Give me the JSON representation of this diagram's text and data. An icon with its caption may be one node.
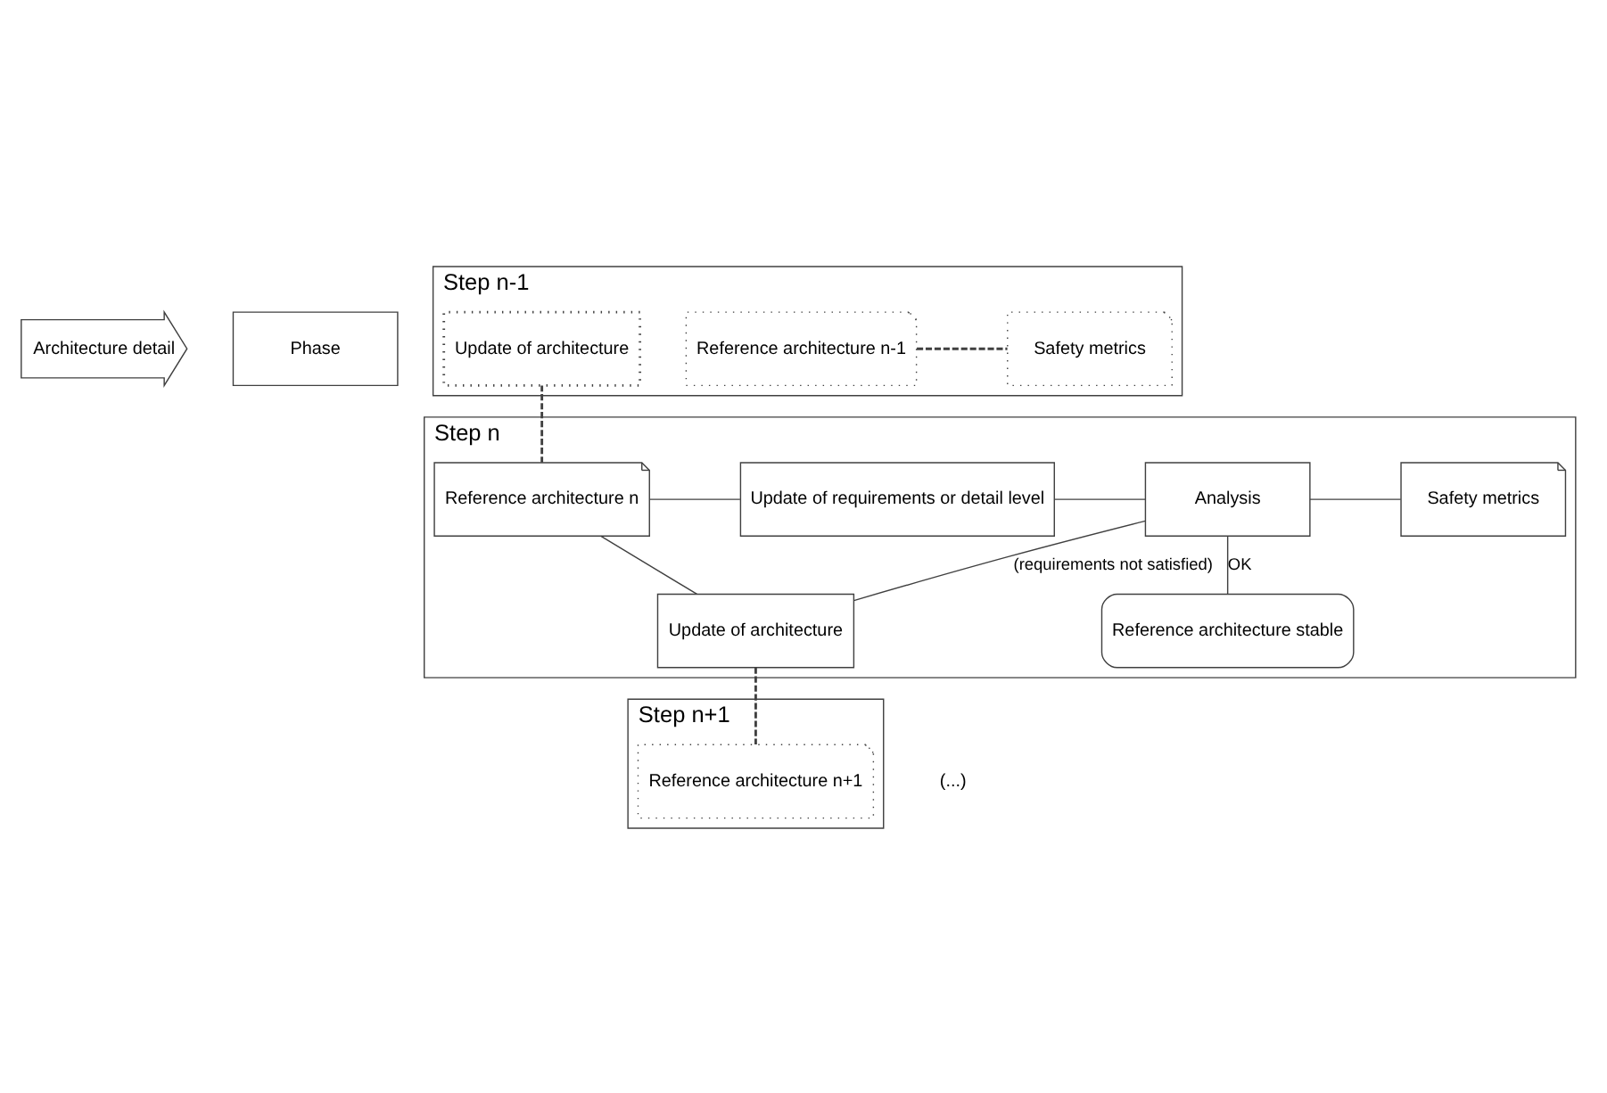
{
  "diagram": {
    "nodes": [
      {
        "text": [
          "Architecture detail"
        ]
      },
      {
        "text": [
          "Phase"
        ]
      },
      {
        "text": [
          "Step n-1"
        ]
      },
      {
        "text": [
          "Reference architecture n-1"
        ],
        "in": 2
      },
      {
        "text": [
          "Safety metrics"
        ],
        "in": 2
      },
      {
        "text": [
          "Update of architecture"
        ],
        "in": 2
      },
      {
        "text": [
          "Step n"
        ]
      },
      {
        "text": [
          "Reference architecture n"
        ],
        "in": 6
      },
      {
        "text": [
          "Update of requirements or detail level"
        ],
        "in": 6
      },
      {
        "text": [
          "Analysis"
        ],
        "in": 6
      },
      {
        "text": [
          "Safety metrics"
        ],
        "in": 6
      },
      {
        "text": [
          "Update of architecture"
        ],
        "in": 6
      },
      {
        "text": [
          "Reference architecture stable"
        ],
        "in": 6
      },
      {
        "text": [
          "Step n+1"
        ]
      },
      {
        "text": [
          "Reference architecture n+1"
        ],
        "in": 13
      }
    ],
    "edges": [
      {
        "from": 3,
        "to": 4,
        "arrow": "none",
        "style": "dashed"
      },
      {
        "from": 5,
        "to": 7,
        "arrow": "none",
        "style": "dashed"
      },
      {
        "from": 7,
        "to": 8,
        "arrow": "none"
      },
      {
        "from": 7,
        "to": 11,
        "arrow": "none"
      },
      {
        "from": 8,
        "to": 9,
        "arrow": "none"
      },
      {
        "from": 9,
        "to": 10,
        "arrow": "none"
      },
      {
        "from": 9,
        "to": 11,
        "arrow": "none",
        "label": "(requirements not satisfied)"
      },
      {
        "from": 9,
        "to": 12,
        "arrow": "none",
        "label": "OK"
      },
      {
        "from": 11,
        "to": 14,
        "arrow": "none",
        "style": "dashed"
      }
    ],
    "labels": [
      "(...)"
    ]
  }
}
